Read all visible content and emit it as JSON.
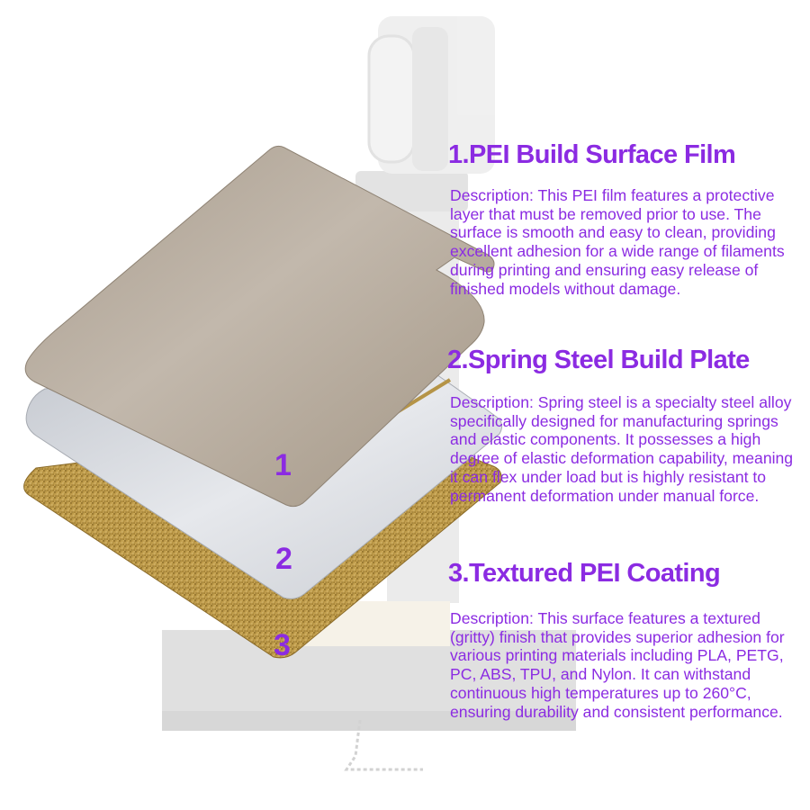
{
  "layer_numbers": [
    "1",
    "2",
    "3"
  ],
  "sections": [
    {
      "title": "1.PEI Build Surface Film",
      "description": "Description: This PEI film features a protective layer that must be removed prior to use. The surface is smooth and easy to clean, providing excellent adhesion for a wide range of filaments during printing and ensuring easy release of finished models without damage."
    },
    {
      "title": "2.Spring Steel Build Plate",
      "description": "Description: Spring steel is a specialty steel alloy specifically designed for manufacturing springs and elastic components. It possesses a high degree of elastic deformation capability, meaning it can flex under load but is highly resistant to permanent deformation under manual force."
    },
    {
      "title": "3.Textured PEI Coating",
      "description": "Description: This surface features a textured (gritty) finish that provides superior adhesion for various printing materials including PLA, PETG, PC, ABS, TPU, and Nylon. It can withstand continuous high temperatures up to 260°C, ensuring durability and consistent performance."
    }
  ],
  "colors": {
    "accent": "#8b2be2",
    "pei_film": "#b0a596",
    "steel_plate": "#d3d6dc",
    "textured_coating": "#b8923f",
    "printer_ghost": "#dadada"
  }
}
